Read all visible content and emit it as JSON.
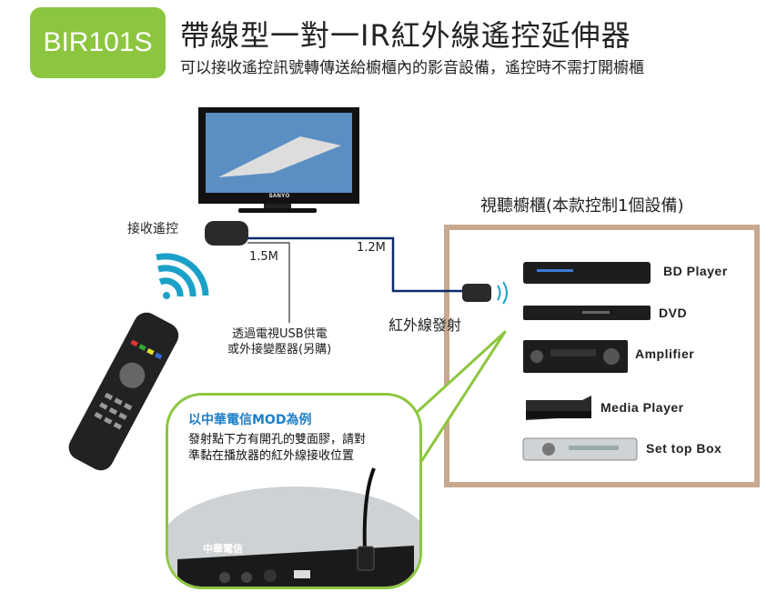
{
  "header": {
    "model": "BIR101S",
    "title": "帶線型一對一IR紅外線遙控延伸器",
    "subtitle": "可以接收遙控訊號轉傳送給櫥櫃內的影音設備，遙控時不需打開櫥櫃"
  },
  "diagram": {
    "receiver_label": "接收遙控",
    "cable1_length": "1.5M",
    "cable2_length": "1.2M",
    "power_note_line1": "透過電視USB供電",
    "power_note_line2": "或外接變壓器(另購)",
    "emitter_label": "紅外線發射",
    "cabinet_label": "視聽櫥櫃(本款控制1個設備)",
    "devices": [
      "BD Player",
      "DVD",
      "Amplifier",
      "Media Player",
      "Set top Box"
    ],
    "tv_brand": "SANYO"
  },
  "callout": {
    "heading": "以中華電信MOD為例",
    "line1": "發射點下方有開孔的雙面膠，請對",
    "line2": "準黏在播放器的紅外線接收位置",
    "device_brand": "中華電信"
  },
  "colors": {
    "badge": "#8CC63F",
    "cabinet_border": "#C8A98F",
    "callout_border": "#8DC63F",
    "callout_heading": "#1E7FC8",
    "wifi": "#1BA1C9",
    "cable": "#0B2A6B"
  }
}
